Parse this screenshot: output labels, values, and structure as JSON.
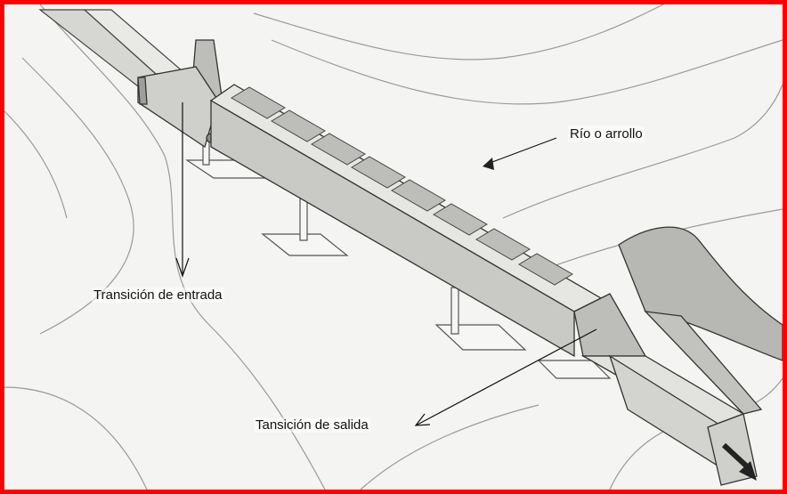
{
  "labels": {
    "river": "Río o arrollo",
    "inlet_transition": "Transición de entrada",
    "outlet_transition": "Tansición de salida"
  },
  "colors": {
    "frame_border": "#ff0000",
    "paper": "#f4f4f2",
    "flume_side": "#c9c9c6",
    "flume_top": "#e6e6e3",
    "cell_interior": "#bdbdba",
    "line": "#2a2a2a"
  },
  "icons": {
    "flow_arrow": "flow-direction-arrow-icon"
  }
}
